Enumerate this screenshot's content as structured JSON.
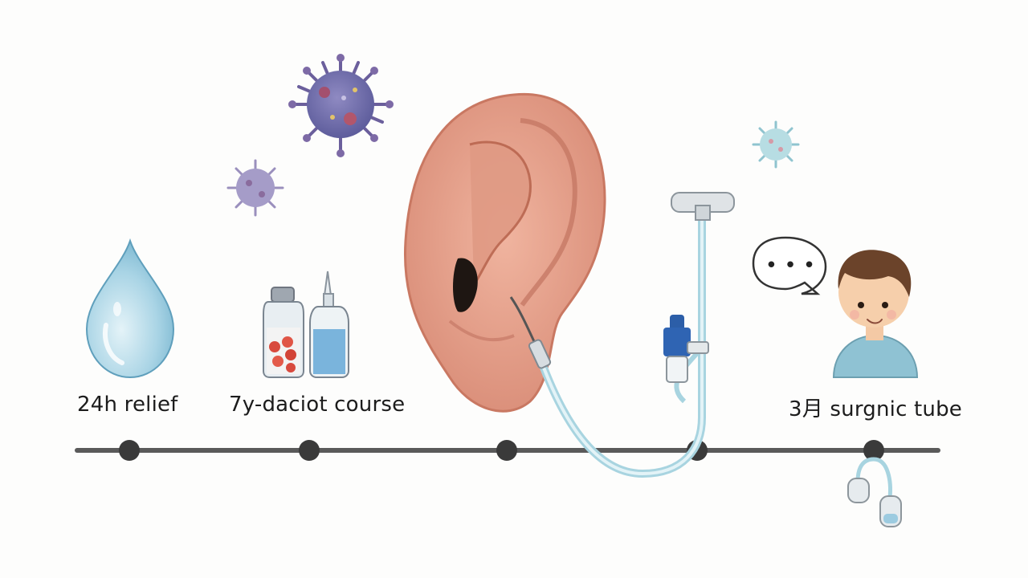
{
  "diagram": {
    "labels": {
      "relief": "24h relief",
      "course": "7y-daciot course",
      "surgery": "3月 surgnic tube"
    },
    "timeline": {
      "milestones": 5,
      "line_color": "#555555",
      "node_color": "#3a3a3a"
    },
    "icons": [
      "water-drop-icon",
      "virus-icon",
      "medicine-bottles-icon",
      "ear-illustration",
      "ear-drop-applicator-icon",
      "speech-bubble-icon",
      "child-icon",
      "ear-tube-icon"
    ],
    "speech_bubble": "• • •",
    "colors": {
      "drop": "#9ccbe0",
      "virus": "#6f6fa6",
      "ear": "#e7a38e",
      "tube": "#bfe0ea",
      "child_shirt": "#8fc2d3"
    }
  }
}
